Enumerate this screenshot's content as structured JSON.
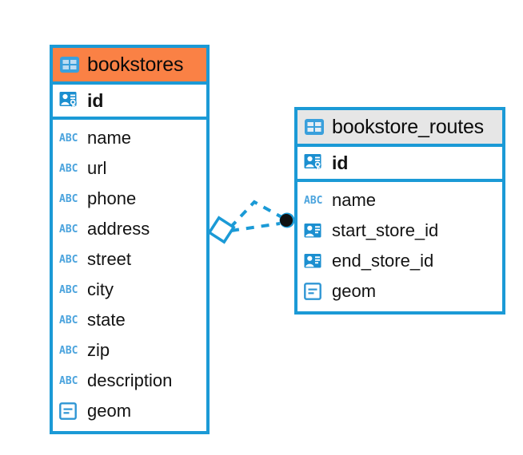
{
  "diagram": {
    "type": "entity-relationship-diagram",
    "background_color": "#ffffff",
    "accent_color": "#1b9ad6",
    "highlight_color": "#fa8145",
    "header_gray": "#e6e6e6"
  },
  "entities": [
    {
      "name": "bookstores",
      "header_style": "orange",
      "primary_key": {
        "label": "id",
        "icon": "primary-key-icon"
      },
      "fields": [
        {
          "label": "name",
          "icon": "abc-text-icon"
        },
        {
          "label": "url",
          "icon": "abc-text-icon"
        },
        {
          "label": "phone",
          "icon": "abc-text-icon"
        },
        {
          "label": "address",
          "icon": "abc-text-icon"
        },
        {
          "label": "street",
          "icon": "abc-text-icon"
        },
        {
          "label": "city",
          "icon": "abc-text-icon"
        },
        {
          "label": "state",
          "icon": "abc-text-icon"
        },
        {
          "label": "zip",
          "icon": "abc-text-icon"
        },
        {
          "label": "description",
          "icon": "abc-text-icon"
        },
        {
          "label": "geom",
          "icon": "geometry-icon"
        }
      ]
    },
    {
      "name": "bookstore_routes",
      "header_style": "gray",
      "primary_key": {
        "label": "id",
        "icon": "primary-key-icon"
      },
      "fields": [
        {
          "label": "name",
          "icon": "abc-text-icon"
        },
        {
          "label": "start_store_id",
          "icon": "foreign-key-icon"
        },
        {
          "label": "end_store_id",
          "icon": "foreign-key-icon"
        },
        {
          "label": "geom",
          "icon": "geometry-icon"
        }
      ]
    }
  ],
  "relationship": {
    "style": "dashed",
    "color": "#1b9ad6",
    "source_marker": "diamond",
    "target_marker": "filled-circle",
    "target_marker_color": "#111111"
  },
  "icon_glyphs": {
    "abc_text": "ABC"
  }
}
